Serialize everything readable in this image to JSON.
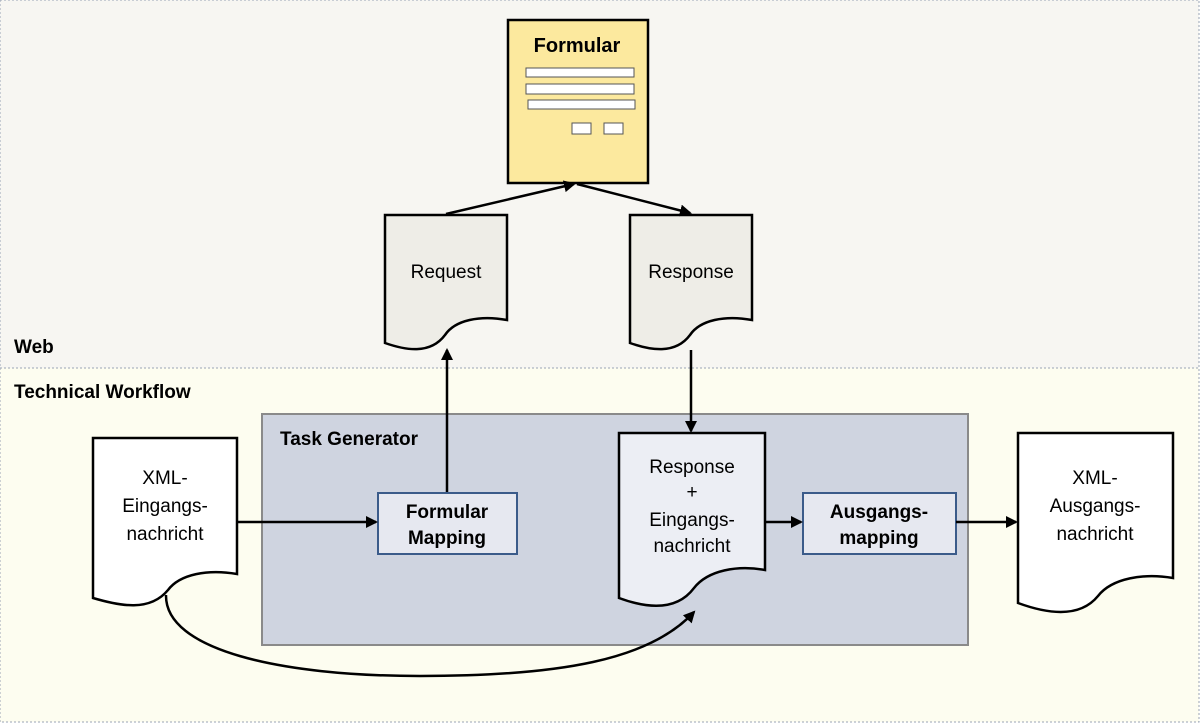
{
  "lanes": {
    "web": {
      "label": "Web"
    },
    "technical": {
      "label": "Technical Workflow"
    }
  },
  "form": {
    "title": "Formular"
  },
  "documents": {
    "request": {
      "label": "Request"
    },
    "response": {
      "label": "Response"
    },
    "xml_in": {
      "lines": [
        "XML-",
        "Eingangs-",
        "nachricht"
      ]
    },
    "response_combined": {
      "lines": [
        "Response",
        "+",
        "Eingangs-",
        "nachricht"
      ]
    },
    "xml_out": {
      "lines": [
        "XML-",
        "Ausgangs-",
        "nachricht"
      ]
    }
  },
  "group": {
    "label": "Task Generator"
  },
  "boxes": {
    "formular_mapping": {
      "lines": [
        "Formular",
        "Mapping"
      ]
    },
    "ausgangs_mapping": {
      "lines": [
        "Ausgangs-",
        "mapping"
      ]
    }
  },
  "colors": {
    "web_bg": "#f7f6f2",
    "workflow_bg": "#fdfdf0",
    "group_bg": "#cfd4e0",
    "form_fill": "#fce99e",
    "doc_gray": "#eeede7",
    "doc_combined": "#eceef4",
    "box_fill": "#e6e8f0",
    "box_border": "#3b5b8a"
  }
}
